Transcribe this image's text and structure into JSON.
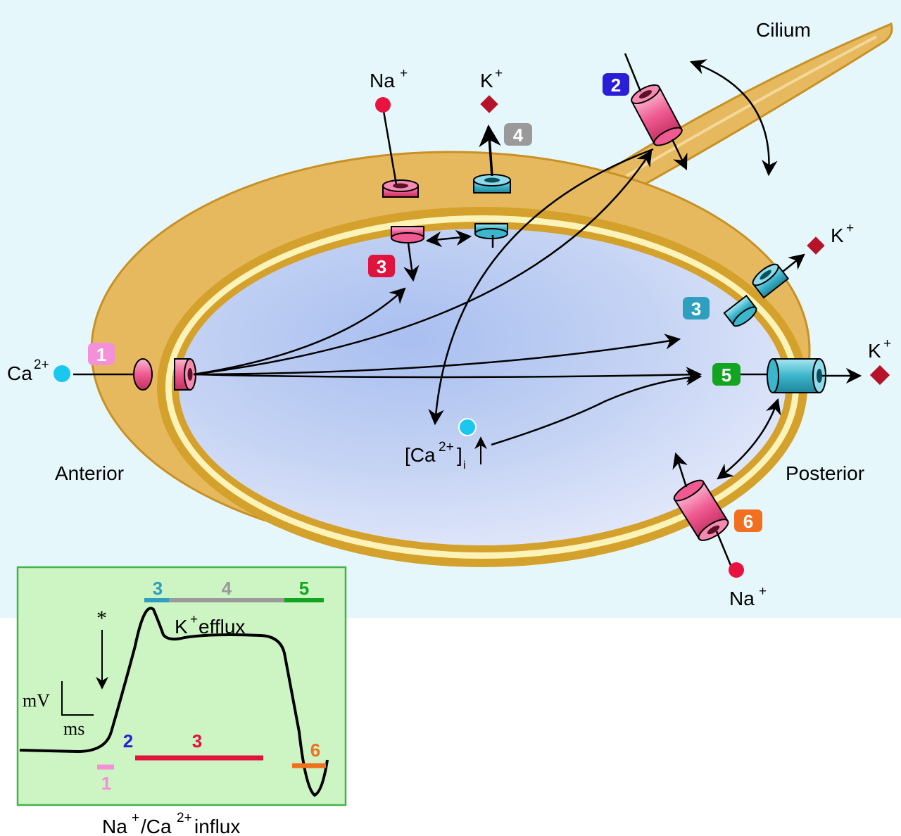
{
  "labels": {
    "cilium": "Cilium",
    "anterior": "Anterior",
    "posterior": "Posterior",
    "na_plus": "Na",
    "k_plus": "K",
    "ca": "Ca",
    "plus": "+",
    "two_plus": "2+",
    "ca_i_open": "[Ca",
    "ca_i_close": "]",
    "ca_i_sub": "i",
    "star": "*",
    "mv": "mV",
    "ms": "ms",
    "k_efflux": " efflux",
    "influx_na": "Na",
    "influx_ca": "/Ca",
    "influx_word": " influx"
  },
  "badges": [
    {
      "id": "1",
      "text": "1",
      "color": "#f490d8"
    },
    {
      "id": "2",
      "text": "2",
      "color": "#2a1fd6"
    },
    {
      "id": "3a",
      "text": "3",
      "color": "#e0123e"
    },
    {
      "id": "3b",
      "text": "3",
      "color": "#2e9fbf"
    },
    {
      "id": "4",
      "text": "4",
      "color": "#9a9a9a"
    },
    {
      "id": "5",
      "text": "5",
      "color": "#13a421"
    },
    {
      "id": "6",
      "text": "6",
      "color": "#f07020"
    }
  ],
  "inset_numbers": {
    "n3_top": "3",
    "n4_top": "4",
    "n5_top": "5",
    "n2_bot": "2",
    "n3_bot": "3",
    "n1_bot": "1",
    "n6_bot": "6"
  },
  "colors": {
    "background": "#e6f7fb",
    "membrane": "#e7b95f",
    "membrane_edge": "#c79125",
    "inset_bg": "#ccf5c3",
    "inset_border": "#44b34a",
    "channel_pink": "#ef5a91",
    "channel_cyan": "#3bb6cc",
    "na_dot": "#e8133e",
    "k_diamond": "#b5132a",
    "ca_dot": "#1cc7ef",
    "bar_3": "#e0123e",
    "bar_k3": "#2e9fbf",
    "bar_4": "#9a9a9a",
    "bar_5": "#13a421",
    "bar_6": "#f07020",
    "bar_1": "#f490d8",
    "bar_2": "#2a1fd6"
  }
}
